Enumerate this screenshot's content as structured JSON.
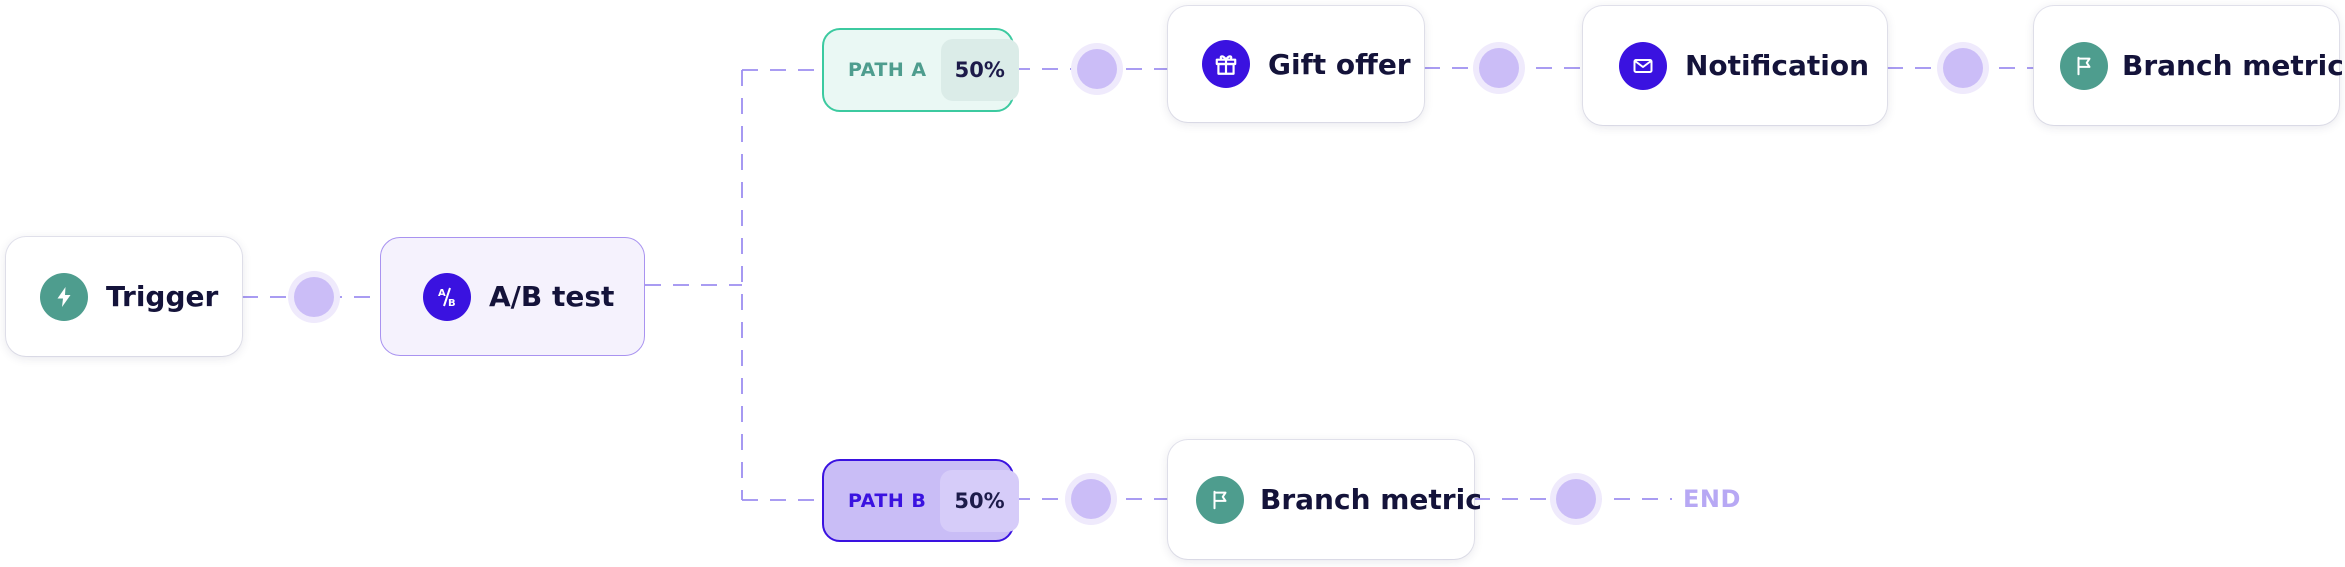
{
  "nodes": {
    "trigger": {
      "label": "Trigger",
      "icon": "bolt-icon"
    },
    "ab_test": {
      "label": "A/B test",
      "icon": "ab-split-icon"
    },
    "gift_offer": {
      "label": "Gift offer",
      "icon": "gift-icon"
    },
    "notification": {
      "label": "Notification",
      "icon": "mail-icon"
    },
    "branch_metric_a": {
      "label": "Branch metric",
      "icon": "flag-icon"
    },
    "branch_metric_b": {
      "label": "Branch metric",
      "icon": "flag-icon"
    }
  },
  "paths": {
    "a": {
      "label": "PATH A",
      "value": "50%"
    },
    "b": {
      "label": "PATH B",
      "value": "50%"
    }
  },
  "end_label": "END",
  "colors": {
    "teal": "#4e9d8e",
    "purple": "#3a12e0",
    "connector": "#9d8ef0",
    "dot": "#cbbdf7",
    "path_a_border": "#3ccaa0",
    "path_b_fill": "#c9bdf6"
  }
}
